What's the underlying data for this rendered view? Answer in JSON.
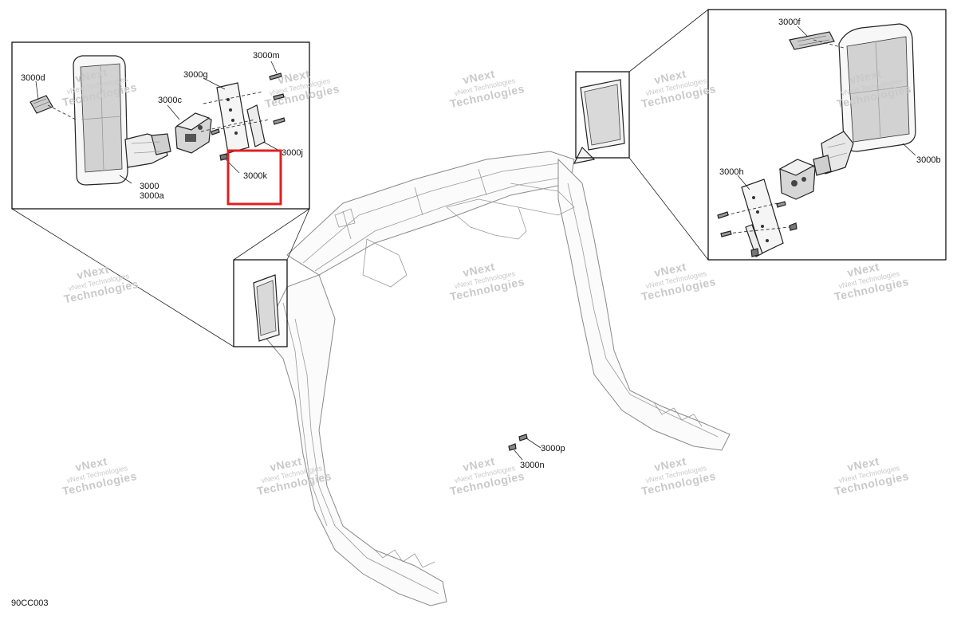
{
  "callouts": {
    "c3000d": "3000d",
    "c3000g": "3000g",
    "c3000m": "3000m",
    "c3000c": "3000c",
    "c3000j": "3000j",
    "c3000k": "3000k",
    "c3000": "3000",
    "c3000a": "3000a",
    "c3000f": "3000f",
    "c3000h": "3000h",
    "c3000b": "3000b",
    "c3000p": "3000p",
    "c3000n": "3000n"
  },
  "diagram_code": "90CC003",
  "watermark": {
    "line1": "vNext Technologies",
    "line2": "Technologies",
    "line3": "vNext"
  },
  "colors": {
    "highlight": "#e02020",
    "mirror_glass": "#d2d2d2",
    "frame_stroke": "#8a8a8a"
  }
}
